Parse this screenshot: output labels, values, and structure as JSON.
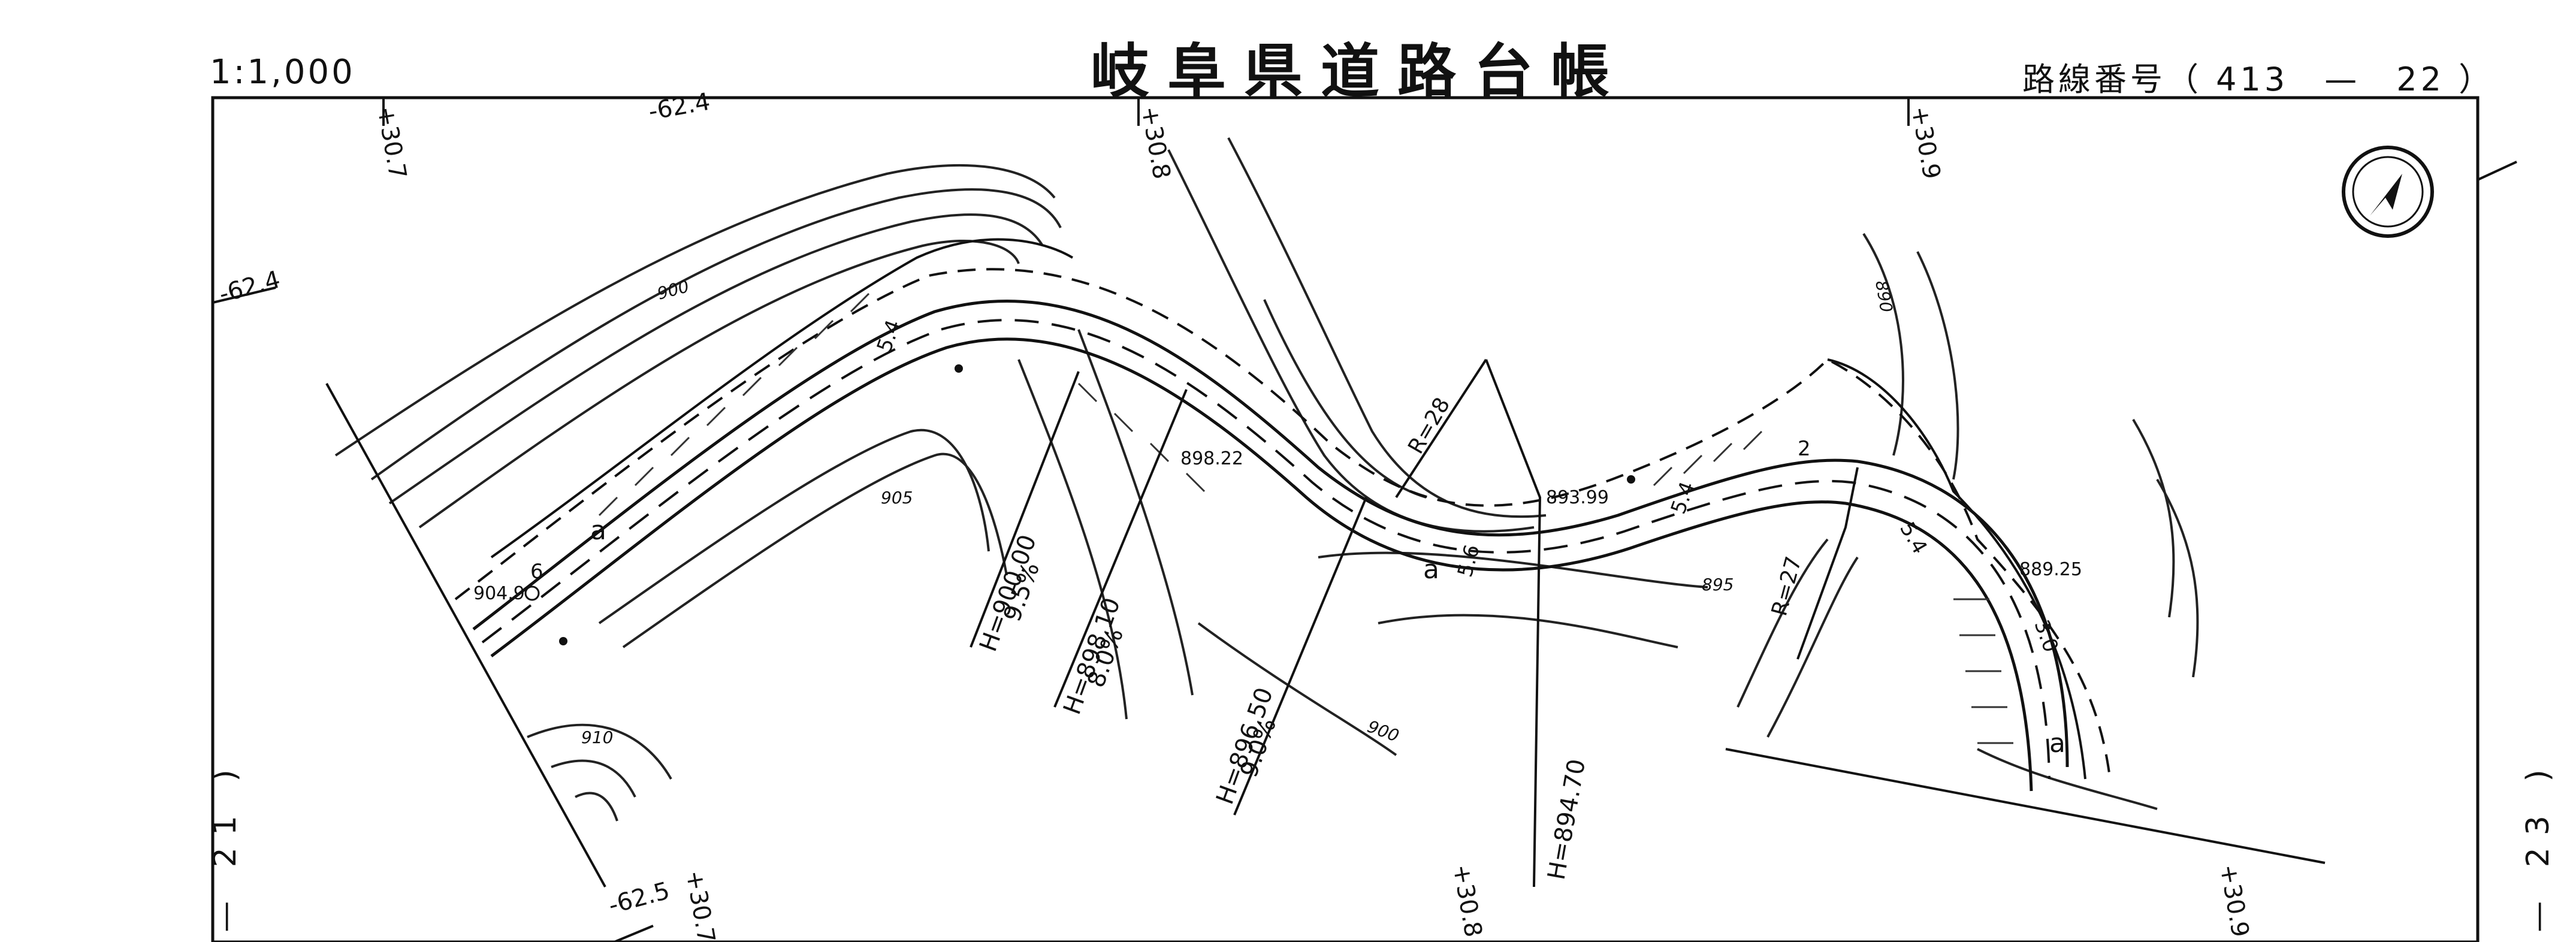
{
  "header": {
    "title": "岐阜県道路台帳",
    "scale": "1:1,000",
    "route_label": "路線番号（ 413　—　22 ）"
  },
  "adjacent_sheets": {
    "left": "— 21 )",
    "right": "— 23 )"
  },
  "grid_labels": {
    "top_a": "+30.7",
    "top_b": "-62.4",
    "top_c": "+30.8",
    "top_d": "+30.9",
    "left_a": "-62.4",
    "bottom_a": "-62.5",
    "bottom_b": "+30.7",
    "bottom_c": "+30.8",
    "bottom_d": "+30.9"
  },
  "contours": {
    "c900_top": "900",
    "c905": "905",
    "c910": "910",
    "c900_low": "900",
    "c895": "895",
    "c890": "890"
  },
  "spot_heights": {
    "s1": "904.9",
    "s2": "898.22",
    "s3": "893.99",
    "s4": "889.25"
  },
  "profile_labels": {
    "p1": "H=900.00",
    "p1g": "9.5%",
    "p2": "H=898.10",
    "p2g": "8.0%",
    "p3": "H=896.50",
    "p3g": "9.0%",
    "p4": "H=894.70"
  },
  "curve_labels": {
    "r1": "R=28",
    "r2": "R=27"
  },
  "road_labels": {
    "a1": "a",
    "a2": "a",
    "a3": "a",
    "w1": "5.4",
    "w2": "5.4",
    "w3": "5.4",
    "w4": "5.6",
    "n6": "6",
    "n2": "2",
    "s1": "3.0"
  },
  "north_arrow": {
    "icon": "north-arrow-icon"
  }
}
